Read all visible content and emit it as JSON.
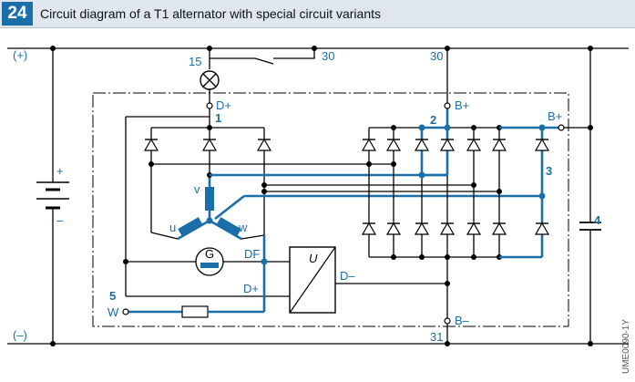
{
  "header": {
    "figure_number": "24",
    "title": "Circuit diagram of a T1 alternator with special circuit variants"
  },
  "labels": {
    "plus": "(+)",
    "minus": "(–)",
    "terminal_15": "15",
    "terminal_30_top": "30",
    "terminal_30": "30",
    "terminal_31": "31",
    "d_plus_top": "D+",
    "d_plus_regulator": "D+",
    "b_plus_top": "B+",
    "b_plus_right": "B+",
    "b_minus": "B–",
    "d_minus": "D–",
    "df": "DF",
    "w_terminal": "W",
    "phase_v": "v",
    "phase_u": "u",
    "phase_w": "w",
    "generator": "G",
    "regulator": "U",
    "battery_plus": "+",
    "battery_minus": "–"
  },
  "callouts": [
    "1",
    "2",
    "3",
    "4",
    "5"
  ],
  "code": "UME0090-1Y",
  "colors": {
    "accent": "#1b6fa8",
    "header_bg": "#dfe6ee"
  }
}
